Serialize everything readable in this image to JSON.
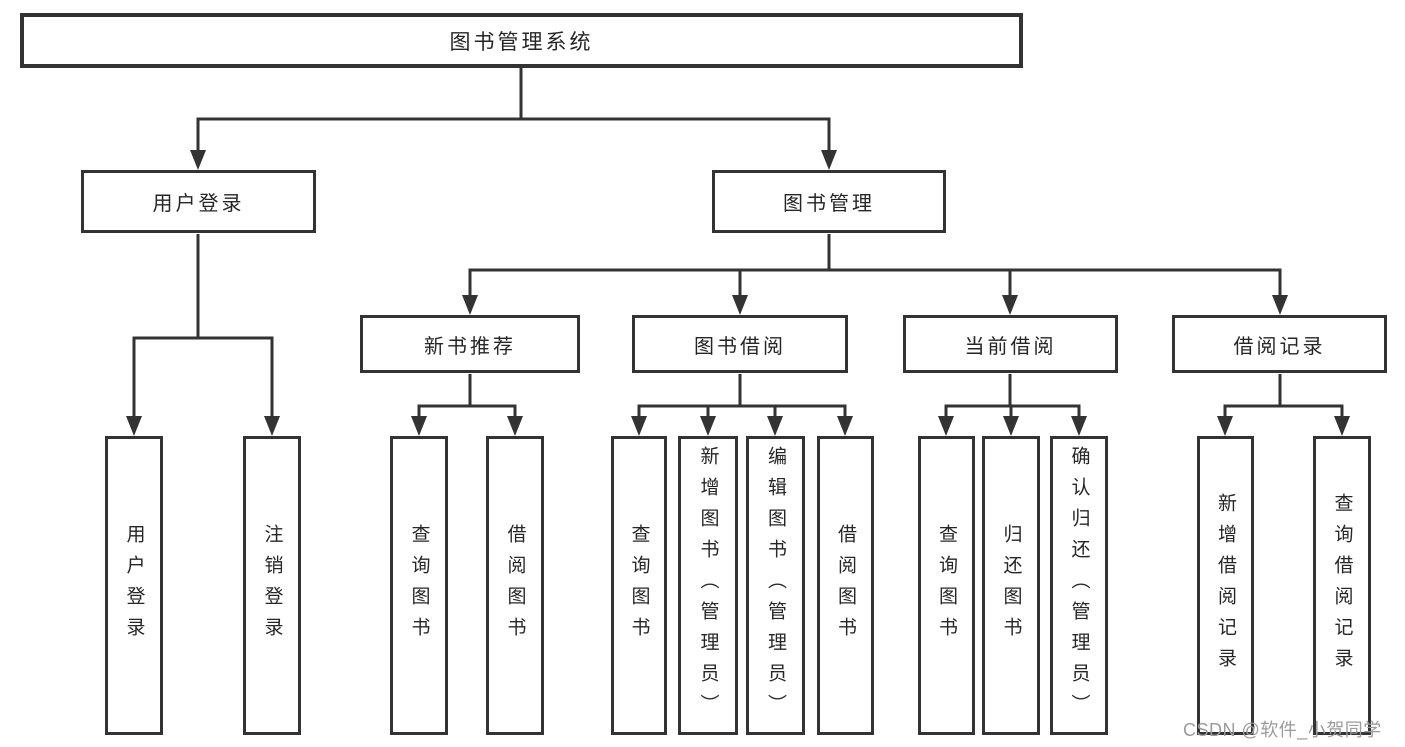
{
  "root": {
    "label": "图书管理系统"
  },
  "level2": [
    {
      "label": "用户登录"
    },
    {
      "label": "图书管理"
    }
  ],
  "level3": [
    {
      "label": "新书推荐"
    },
    {
      "label": "图书借阅"
    },
    {
      "label": "当前借阅"
    },
    {
      "label": "借阅记录"
    }
  ],
  "leaves": {
    "user_login": [
      "用户登录",
      "注销登录"
    ],
    "new_book_recommend": [
      "查询图书",
      "借阅图书"
    ],
    "book_borrowing": [
      "查询图书",
      "新增图书（管理员）",
      "编辑图书（管理员）",
      "借阅图书"
    ],
    "current_borrowing": [
      "查询图书",
      "归还图书",
      "确认归还（管理员）"
    ],
    "borrowing_records": [
      "新增借阅记录",
      "查询借阅记录"
    ]
  },
  "watermark": {
    "text": "CSDN @软件_小贺同学"
  },
  "colors": {
    "line": "#333333",
    "text": "#262626",
    "watermark": "#9b9b9b",
    "background": "#ffffff"
  }
}
